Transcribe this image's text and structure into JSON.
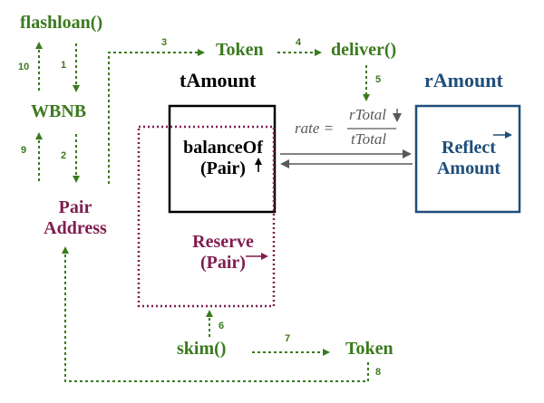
{
  "labels": {
    "flashloan": "flashloan()",
    "wbnb": "WBNB",
    "pair_line1": "Pair",
    "pair_line2": "Address",
    "token_top": "Token",
    "deliver": "deliver()",
    "tamount": "tAmount",
    "ramount": "rAmount",
    "balanceof_line1": "balanceOf",
    "balanceof_line2": "(Pair)",
    "reserve_line1": "Reserve",
    "reserve_line2": "(Pair)",
    "reflect_line1": "Reflect",
    "reflect_line2": "Amount",
    "skim": "skim()",
    "token_bottom": "Token"
  },
  "formula": {
    "lhs": "rate =",
    "numerator": "rTotal",
    "denominator": "tTotal"
  },
  "steps": [
    "1",
    "2",
    "3",
    "4",
    "5",
    "6",
    "7",
    "8",
    "9",
    "10"
  ],
  "colors": {
    "green": "#3b7a1e",
    "maroon": "#7f1d4f",
    "navy": "#1f4e79",
    "gray": "#595959"
  }
}
